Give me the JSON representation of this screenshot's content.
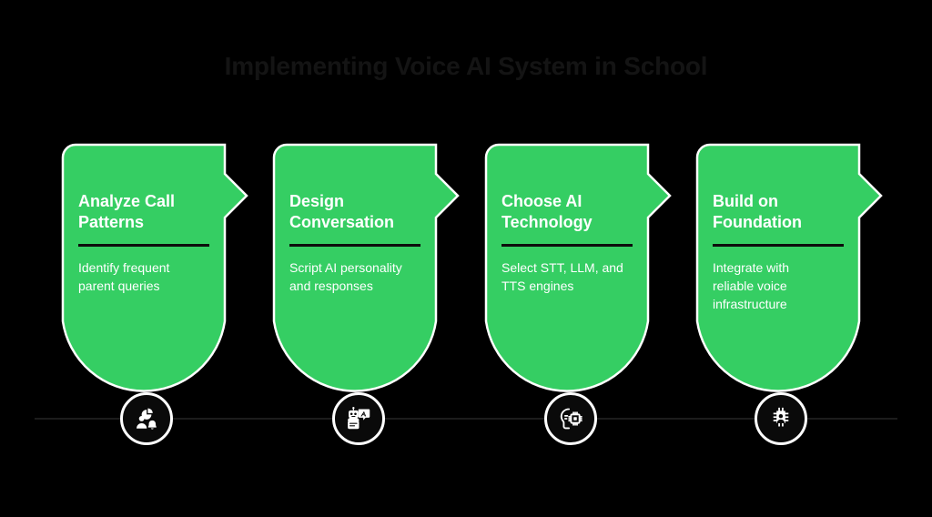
{
  "title": "Implementing Voice AI System in School",
  "theme": {
    "background": "#000000",
    "card_fill": "#35ce63",
    "card_outline": "#ffffff",
    "title_color": "#141414",
    "text_color": "#ffffff",
    "divider_color": "#0d0d0d",
    "badge_fill": "#0a0a0a"
  },
  "steps": [
    {
      "index": "1",
      "title": "Analyze Call\nPatterns",
      "description": "Identify frequent\nparent queries",
      "icon": "user-pie-chart-bell-icon"
    },
    {
      "index": "2",
      "title": "Design\nConversation",
      "description": "Script AI personality\nand responses",
      "icon": "chatbot-speech-bubble-icon"
    },
    {
      "index": "3",
      "title": "Choose AI\nTechnology",
      "description": "Select STT, LLM, and\nTTS engines",
      "icon": "head-microchip-icon"
    },
    {
      "index": "4",
      "title": "Build on\nFoundation",
      "description": "Integrate with\nreliable voice\ninfrastructure",
      "icon": "gear-person-icon"
    }
  ]
}
